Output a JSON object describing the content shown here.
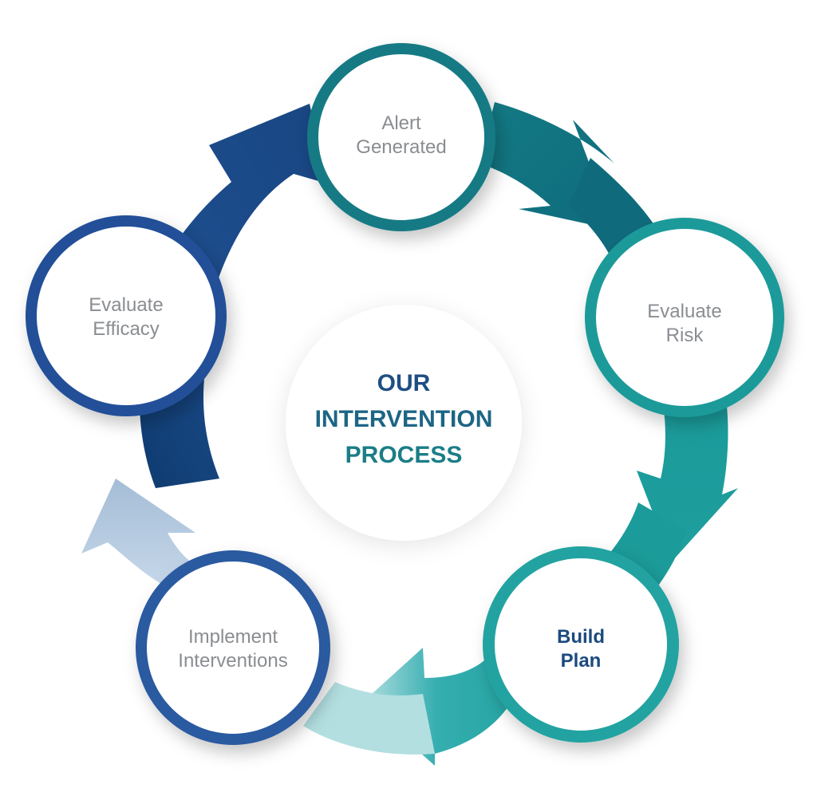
{
  "center": {
    "lines": [
      "OUR",
      "INTERVENTION",
      "PROCESS"
    ],
    "colors": [
      "#1f4e84",
      "#1d6585",
      "#1b7d86"
    ]
  },
  "steps": [
    {
      "id": "alert-generated",
      "lines": [
        "Alert",
        "Generated"
      ],
      "ring_color": "#137a84",
      "emphasized": false
    },
    {
      "id": "evaluate-risk",
      "lines": [
        "Evaluate",
        "Risk"
      ],
      "ring_color": "#1a9a9a",
      "emphasized": false
    },
    {
      "id": "build-plan",
      "lines": [
        "Build",
        "Plan"
      ],
      "ring_color": "#23a3a1",
      "emphasized": true
    },
    {
      "id": "implement-interventions",
      "lines": [
        "Implement",
        "Interventions"
      ],
      "ring_color": "#2b5aa0",
      "emphasized": false
    },
    {
      "id": "evaluate-efficacy",
      "lines": [
        "Evaluate",
        "Efficacy"
      ],
      "ring_color": "#214f98",
      "emphasized": false
    }
  ],
  "arrow_colors": {
    "alert_to_risk": "#127480",
    "risk_to_plan": "#1d9e9c",
    "plan_to_implement": "#26a5a3",
    "implement_to_efficacy": "#a9c6dd",
    "efficacy_to_alert": "#173e7a"
  },
  "emphasis_color": "#1b4a7e",
  "label_color": "#8a8d91"
}
